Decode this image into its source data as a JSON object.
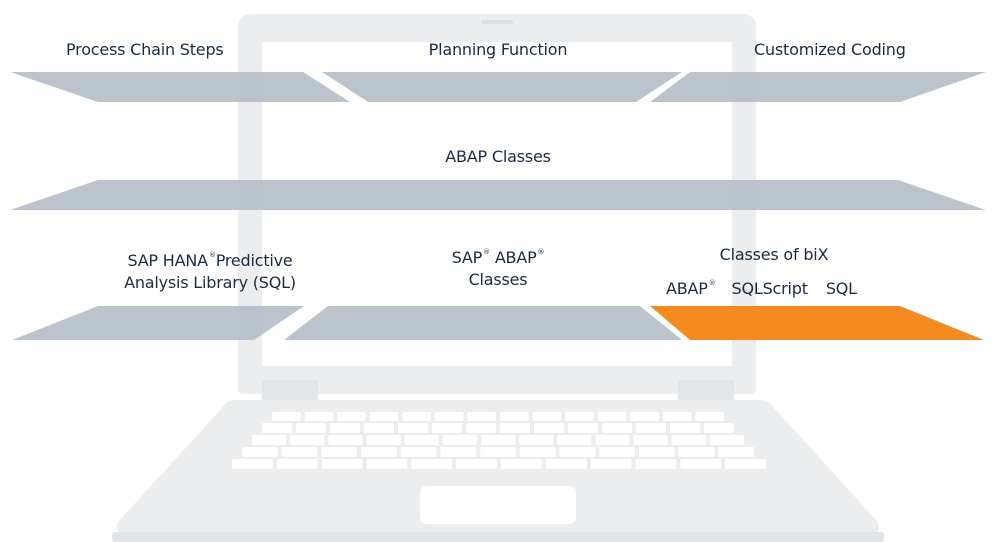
{
  "colors": {
    "plate": "#b5bfc9",
    "plate_highlight": "#f58b20",
    "laptop": "#ebedee",
    "laptop_dark": "#dfe2e4",
    "text": "#1b2c42"
  },
  "top_row": {
    "left_label": "Process Chain Steps",
    "center_label": "Planning Function",
    "right_label": "Customized Coding"
  },
  "middle_row": {
    "label": "ABAP Classes"
  },
  "bottom_row": {
    "left": {
      "line1": "SAP HANA",
      "line1_sup": "®",
      "line1_rest": "Predictive",
      "line2": "Analysis Library (SQL)"
    },
    "center": {
      "line1_a": "SAP",
      "line1_a_sup": "®",
      "line1_b": "ABAP",
      "line1_b_sup": "®",
      "line2": "Classes"
    },
    "right": {
      "title": "Classes of biX",
      "item1": "ABAP",
      "item1_sup": "®",
      "item2": "SQLScript",
      "item3": "SQL"
    }
  }
}
